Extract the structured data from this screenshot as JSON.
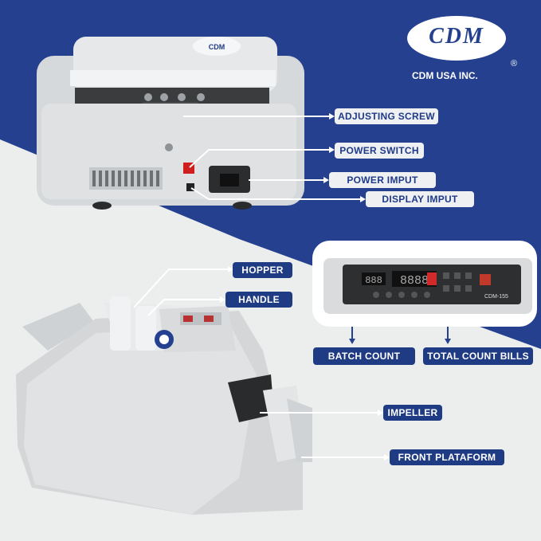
{
  "logo": {
    "brand": "CDM",
    "company": "CDM USA INC.",
    "registered": "®"
  },
  "labels": {
    "adjusting_screw": "ADJUSTING SCREW",
    "power_switch": "POWER SWITCH",
    "power_input": "POWER IMPUT",
    "display_input": "DISPLAY IMPUT",
    "hopper": "HOPPER",
    "handle": "HANDLE",
    "batch_count": "BATCH COUNT",
    "total_count_bills": "TOTAL COUNT BILLS",
    "impeller": "IMPELLER",
    "front_platform": "FRONT PLATAFORM"
  },
  "device": {
    "model": "CDM-155",
    "display_batch": "888",
    "display_total": "8888"
  },
  "colors": {
    "navy": "#1f3b84",
    "label_light": "#eef0f2",
    "label_text": "#1f3a8a",
    "background": "#eceeed"
  }
}
